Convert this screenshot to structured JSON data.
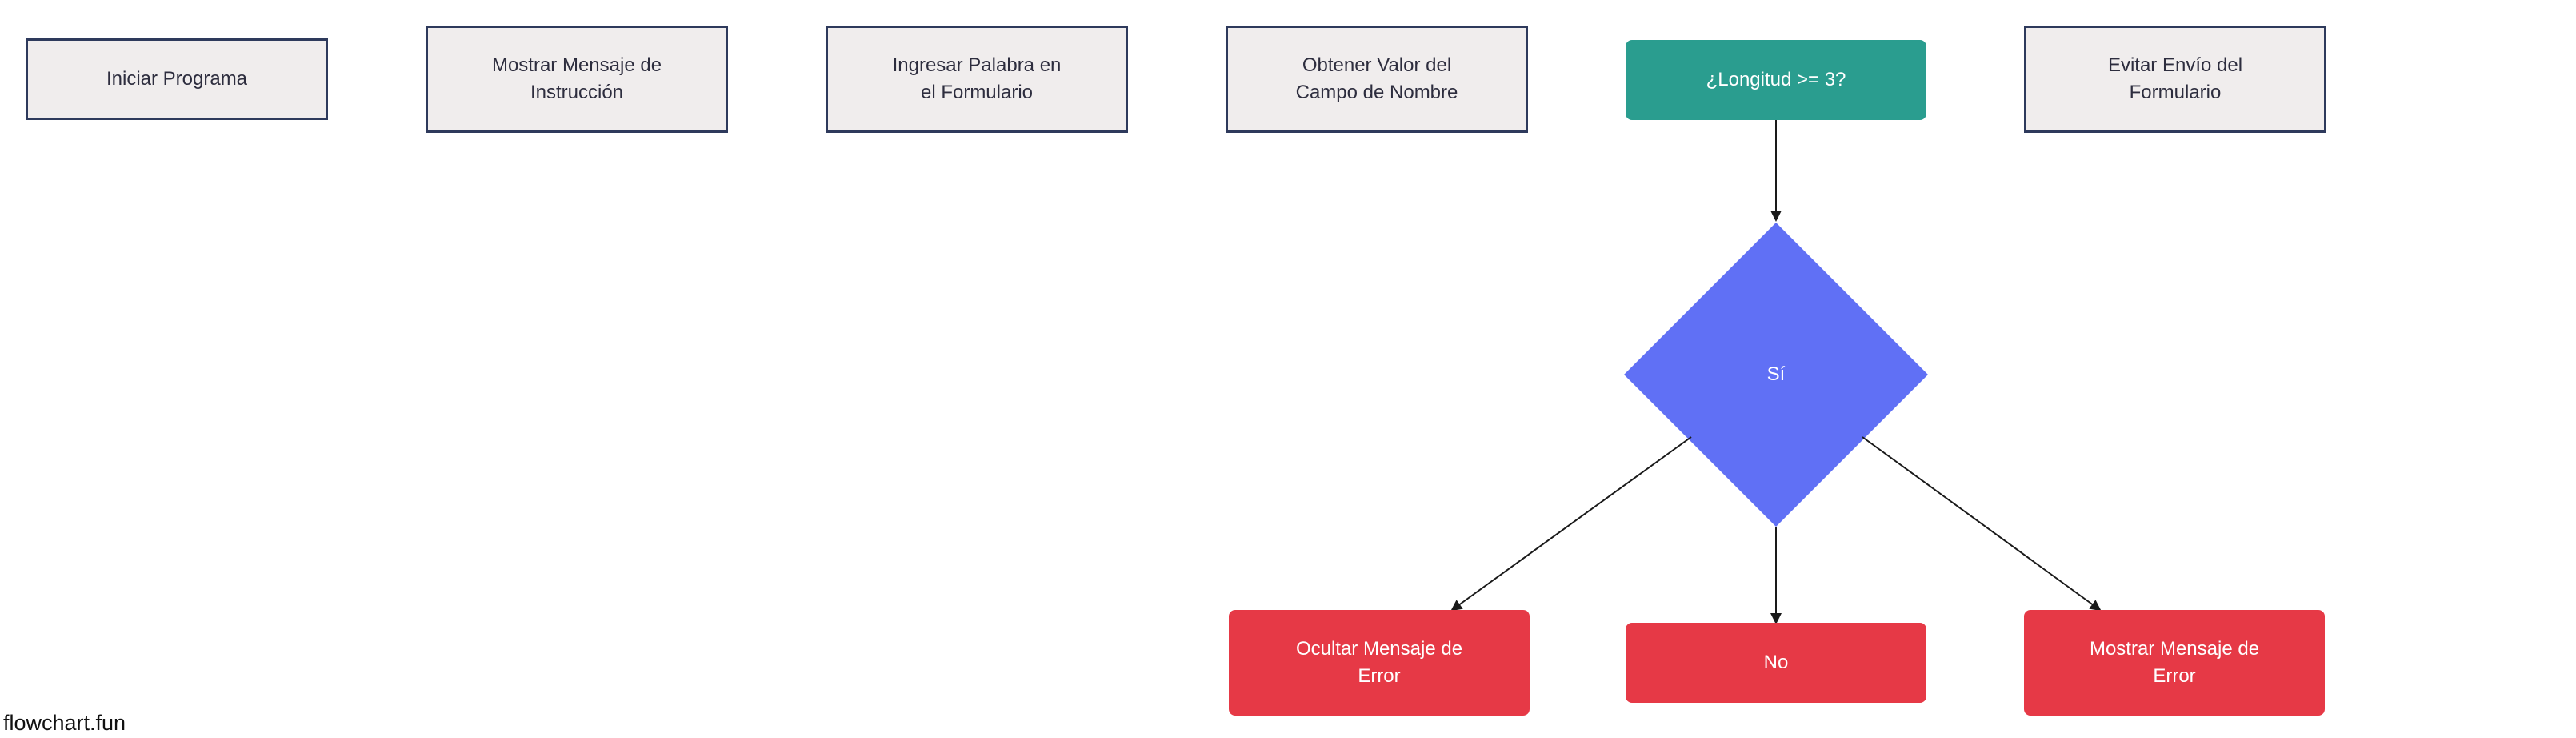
{
  "diagram": {
    "nodes": {
      "start": "Iniciar Programa",
      "show_instruction": "Mostrar Mensaje de\nInstrucción",
      "enter_word": "Ingresar Palabra en\nel Formulario",
      "get_value": "Obtener Valor del\nCampo de Nombre",
      "length_check": "¿Longitud >= 3?",
      "prevent_submit": "Evitar Envío del\nFormulario",
      "decision": "Sí",
      "hide_error": "Ocultar Mensaje de\nError",
      "no": "No",
      "show_error": "Mostrar Mensaje de\nError"
    },
    "edges": [
      {
        "from": "length_check",
        "to": "decision"
      },
      {
        "from": "decision",
        "to": "hide_error"
      },
      {
        "from": "decision",
        "to": "no"
      },
      {
        "from": "decision",
        "to": "show_error"
      }
    ],
    "colors": {
      "plain_fill": "#f0eded",
      "plain_border": "#2e3a5c",
      "teal": "#2a9d8f",
      "diamond": "#6070f5",
      "red": "#e63946",
      "edge": "#1a1a1a"
    }
  },
  "watermark": "flowchart.fun"
}
